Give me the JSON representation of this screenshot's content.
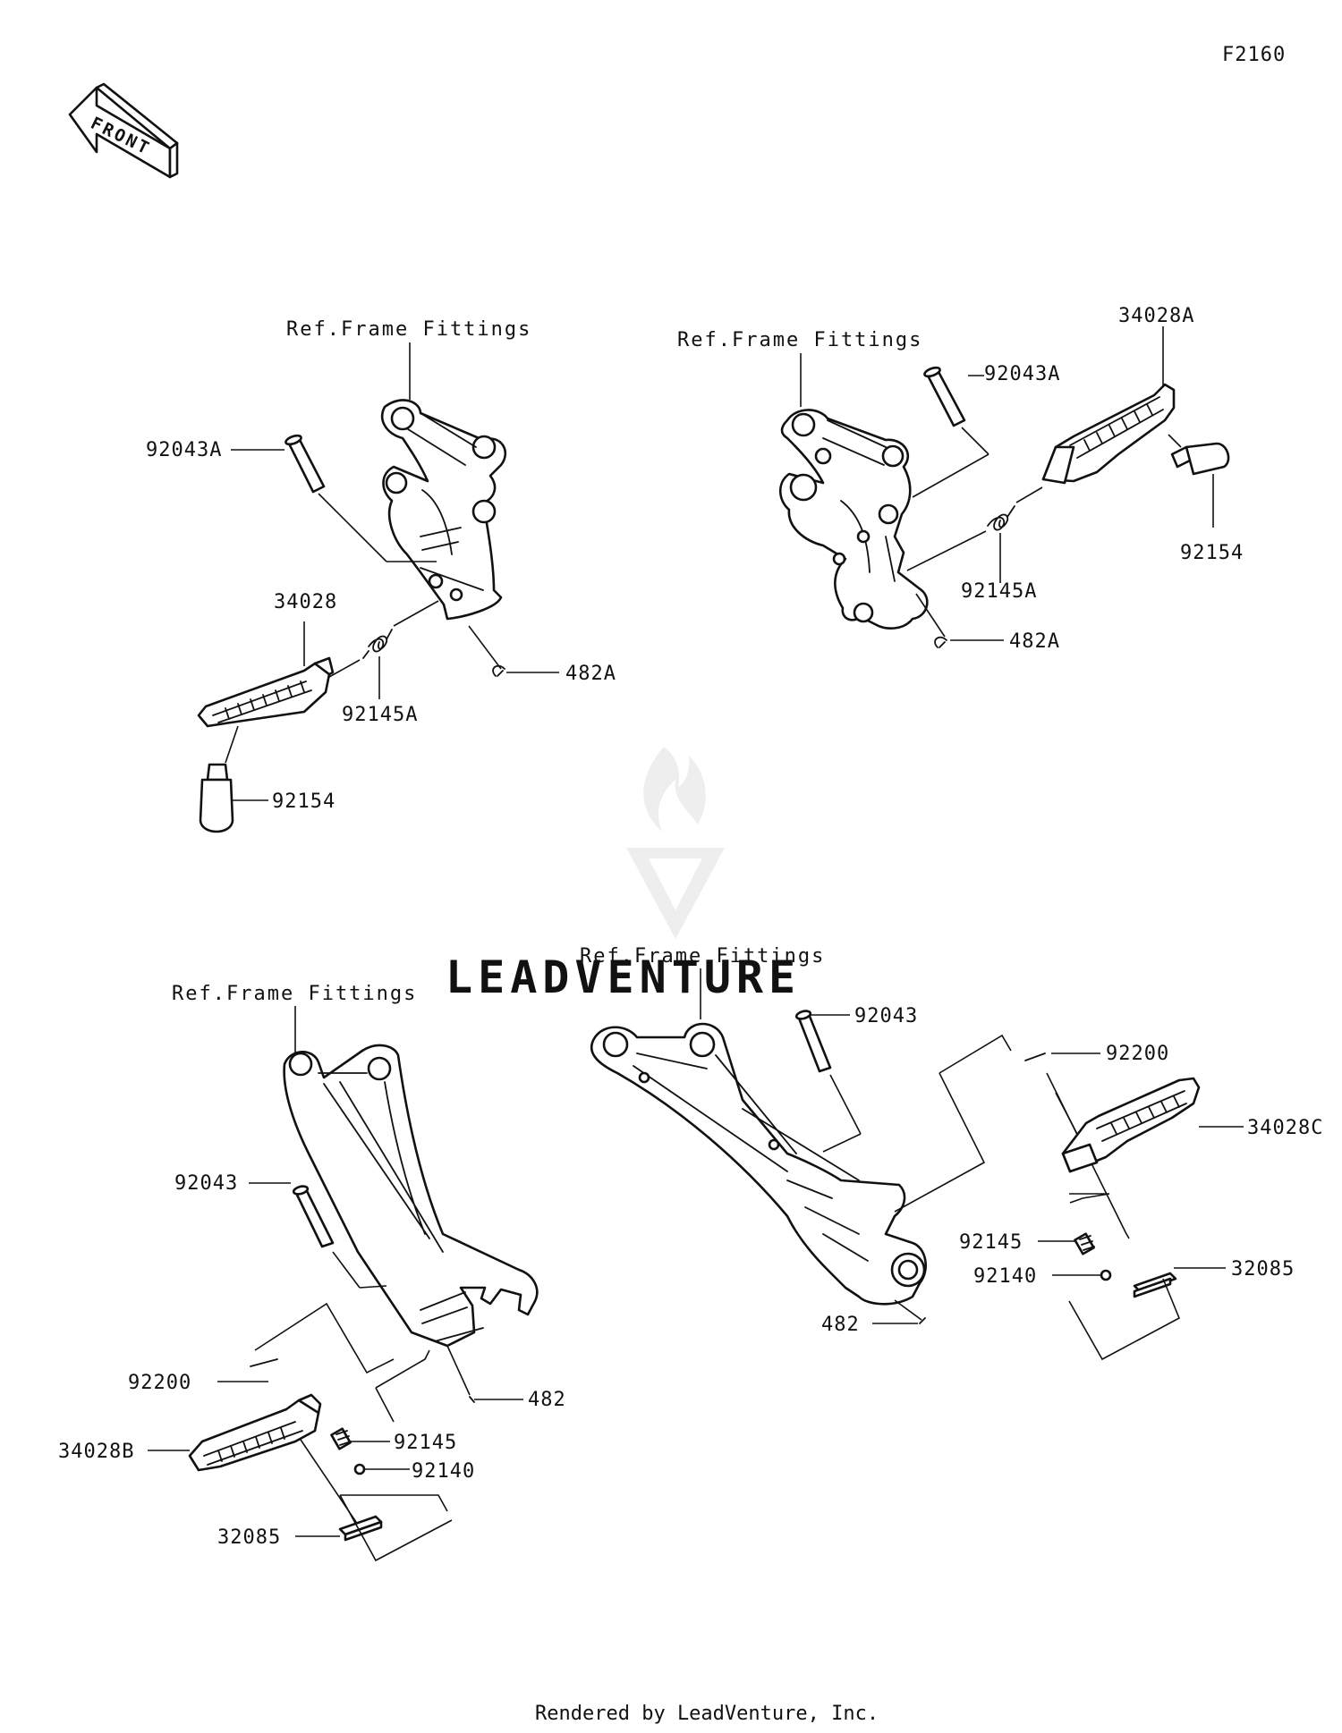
{
  "figure_code": "F2160",
  "front_arrow": {
    "text": "FRONT",
    "icon": "front-arrow-icon"
  },
  "watermark": {
    "text": "LEADVENTURE",
    "icon": "leadventure-flame-logo"
  },
  "footer": "Rendered by LeadVenture, Inc.",
  "groups": [
    {
      "name": "rider-right",
      "ref_label": "Ref.Frame Fittings",
      "parts": [
        "92043A",
        "34028",
        "92145A",
        "482A",
        "92154"
      ]
    },
    {
      "name": "rider-left",
      "ref_label": "Ref.Frame Fittings",
      "parts": [
        "92043A",
        "34028A",
        "92145A",
        "482A",
        "92154"
      ]
    },
    {
      "name": "passenger-right",
      "ref_label": "Ref.Frame Fittings",
      "parts": [
        "92043",
        "92200",
        "34028B",
        "482",
        "92145",
        "92140",
        "32085"
      ]
    },
    {
      "name": "passenger-left",
      "ref_label": "Ref.Frame Fittings",
      "parts": [
        "92043",
        "92200",
        "34028C",
        "482",
        "92145",
        "92140",
        "32085"
      ]
    }
  ]
}
